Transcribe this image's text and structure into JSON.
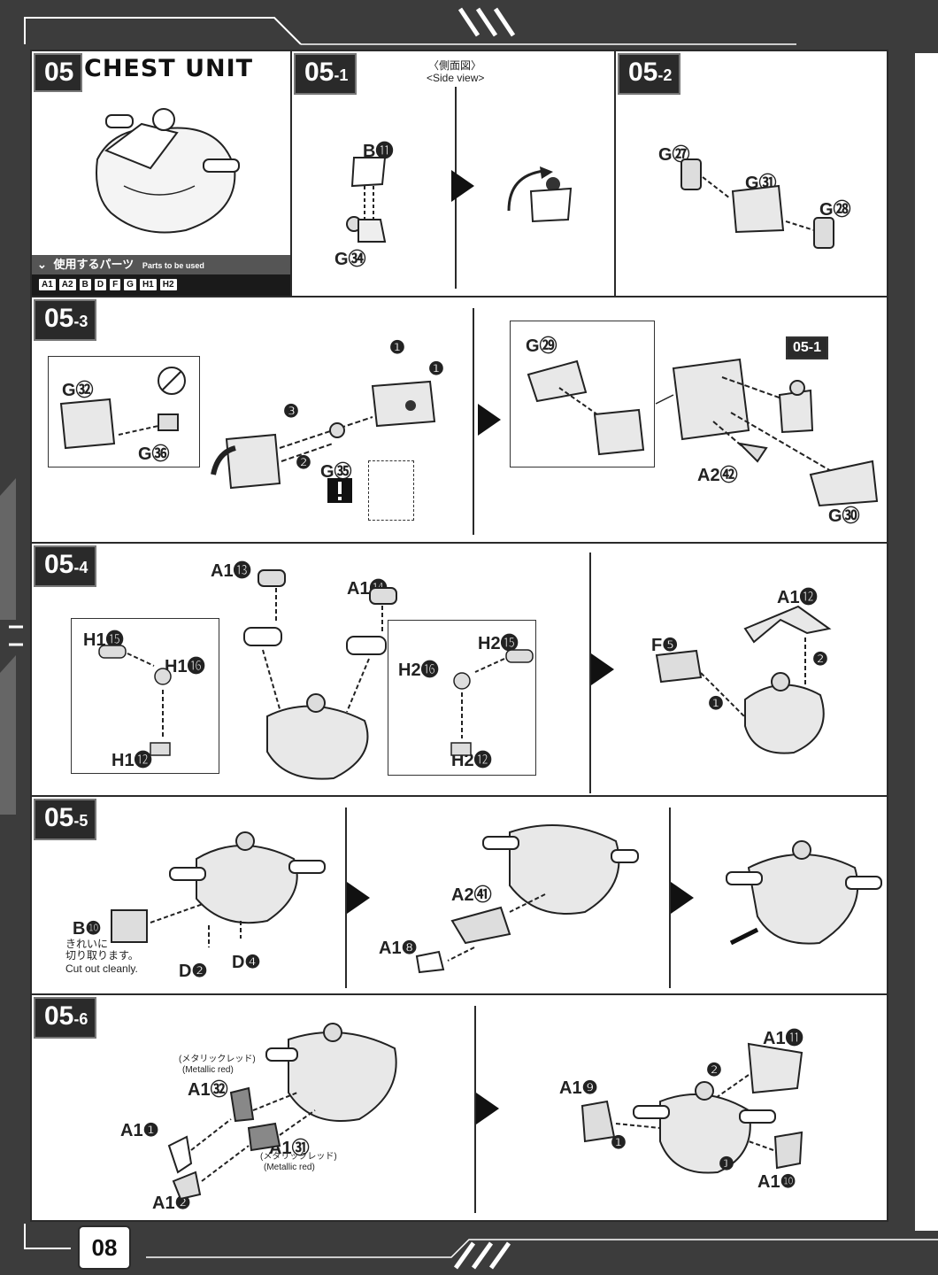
{
  "page": {
    "number": "08"
  },
  "step05": {
    "tag": "05",
    "title": "CHEST UNIT",
    "parts_header": "使用するパーツ",
    "parts_header_en": "Parts to be used",
    "parts": [
      "A1",
      "A2",
      "B",
      "D",
      "F",
      "G",
      "H1",
      "H2"
    ]
  },
  "step05_1": {
    "tag": "05",
    "sub": "-1",
    "side_view_ja": "〈側面図〉",
    "side_view_en": "<Side view>",
    "labels": [
      "B⓫",
      "G㉞"
    ]
  },
  "step05_2": {
    "tag": "05",
    "sub": "-2",
    "labels": [
      "G㉗",
      "G㉛",
      "G㉘"
    ]
  },
  "step05_3": {
    "tag": "05",
    "sub": "-3",
    "labels": [
      "G㉜",
      "G㊱",
      "G㉟",
      "G㉙",
      "A2㊷",
      "G㉚"
    ],
    "ref": "05-1",
    "order": [
      "❶",
      "❷",
      "❸"
    ]
  },
  "step05_4": {
    "tag": "05",
    "sub": "-4",
    "labels": [
      "A1⓭",
      "A1⓮",
      "H1⓯",
      "H1⓰",
      "H1⓬",
      "H2⓯",
      "H2⓰",
      "H2⓬",
      "A1⓬",
      "F❺"
    ]
  },
  "step05_5": {
    "tag": "05",
    "sub": "-5",
    "labels": [
      "B❿",
      "D❷",
      "D❹",
      "A2㊶",
      "A1❽"
    ],
    "note_ja": "きれいに切り取ります。",
    "note_ja_1": "きれいに",
    "note_ja_2": "切り取ります。",
    "note_en": "Cut out cleanly."
  },
  "step05_6": {
    "tag": "05",
    "sub": "-6",
    "labels": [
      "A1㉜",
      "A1❶",
      "A1㉛",
      "A1❷",
      "A1⓫",
      "A1❾",
      "A1❿"
    ],
    "metallic_ja": "(メタリックレッド)",
    "metallic_en": "(Metallic red)"
  }
}
